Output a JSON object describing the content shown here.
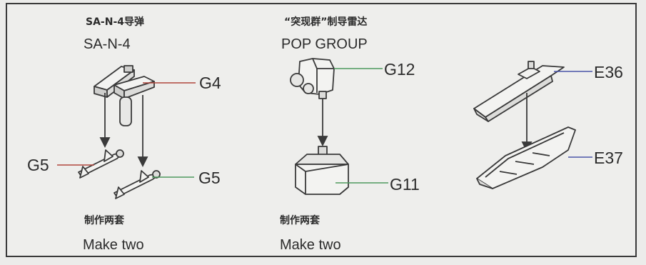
{
  "sections": {
    "sa_n_4": {
      "title_cn": "SA-N-4导弹",
      "title_en": "SA-N-4",
      "note_cn": "制作两套",
      "note_en": "Make two",
      "labels": {
        "launcher": "G4",
        "missile_left": "G5",
        "missile_right": "G5"
      }
    },
    "pop_group": {
      "title_cn": "“突现群”制导雷达",
      "title_en": "POP GROUP",
      "note_cn": "制作两套",
      "note_en": "Make two",
      "labels": {
        "radar": "G12",
        "base": "G11"
      }
    },
    "boats": {
      "labels": {
        "top_boat": "E36",
        "bottom_boat": "E37"
      }
    }
  },
  "colors": {
    "line": "#3a3a3a",
    "leader_red": "#b0463c",
    "leader_green": "#4f9a5e",
    "leader_blue": "#4a55a8"
  }
}
